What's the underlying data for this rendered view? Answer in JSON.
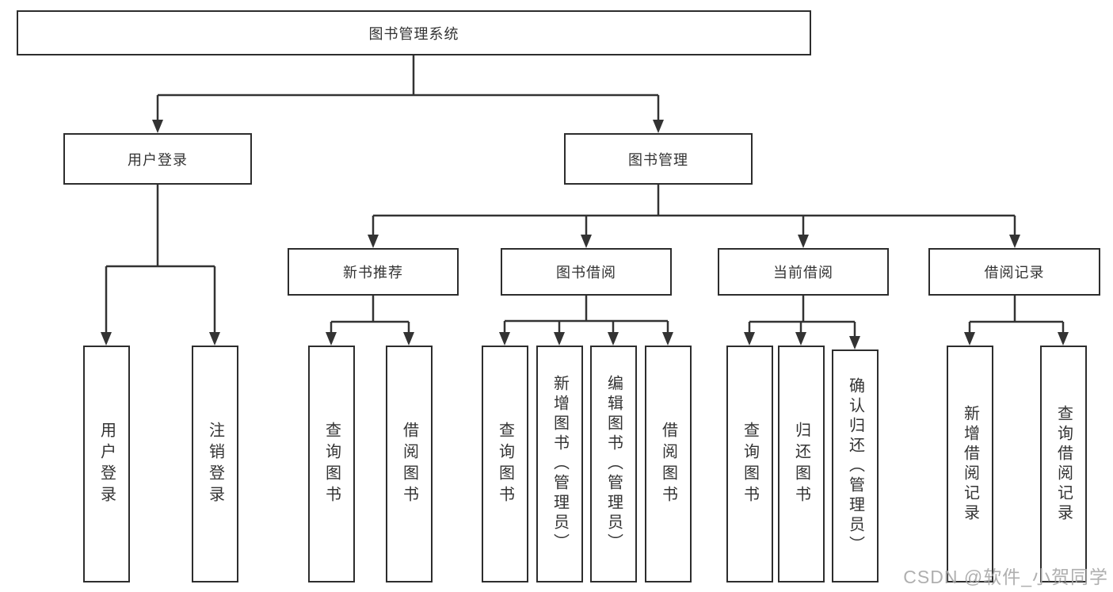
{
  "tree": {
    "label": "图书管理系统",
    "children": [
      {
        "label": "用户登录",
        "children": [
          {
            "label": "用户登录"
          },
          {
            "label": "注销登录"
          }
        ]
      },
      {
        "label": "图书管理",
        "children": [
          {
            "label": "新书推荐",
            "children": [
              {
                "label": "查询图书"
              },
              {
                "label": "借阅图书"
              }
            ]
          },
          {
            "label": "图书借阅",
            "children": [
              {
                "label": "查询图书"
              },
              {
                "label": "新增图书（管理员）"
              },
              {
                "label": "编辑图书（管理员）"
              },
              {
                "label": "借阅图书"
              }
            ]
          },
          {
            "label": "当前借阅",
            "children": [
              {
                "label": "查询图书"
              },
              {
                "label": "归还图书"
              },
              {
                "label": "确认归还（管理员）"
              }
            ]
          },
          {
            "label": "借阅记录",
            "children": [
              {
                "label": "新增借阅记录"
              },
              {
                "label": "查询借阅记录"
              }
            ]
          }
        ]
      }
    ]
  },
  "watermark": {
    "text": "CSDN @软件_小贺同学"
  },
  "colors": {
    "line": "#333333",
    "border": "#2d2d2d",
    "text": "#333333",
    "watermark": "#a6a6a6",
    "background": "#ffffff"
  }
}
